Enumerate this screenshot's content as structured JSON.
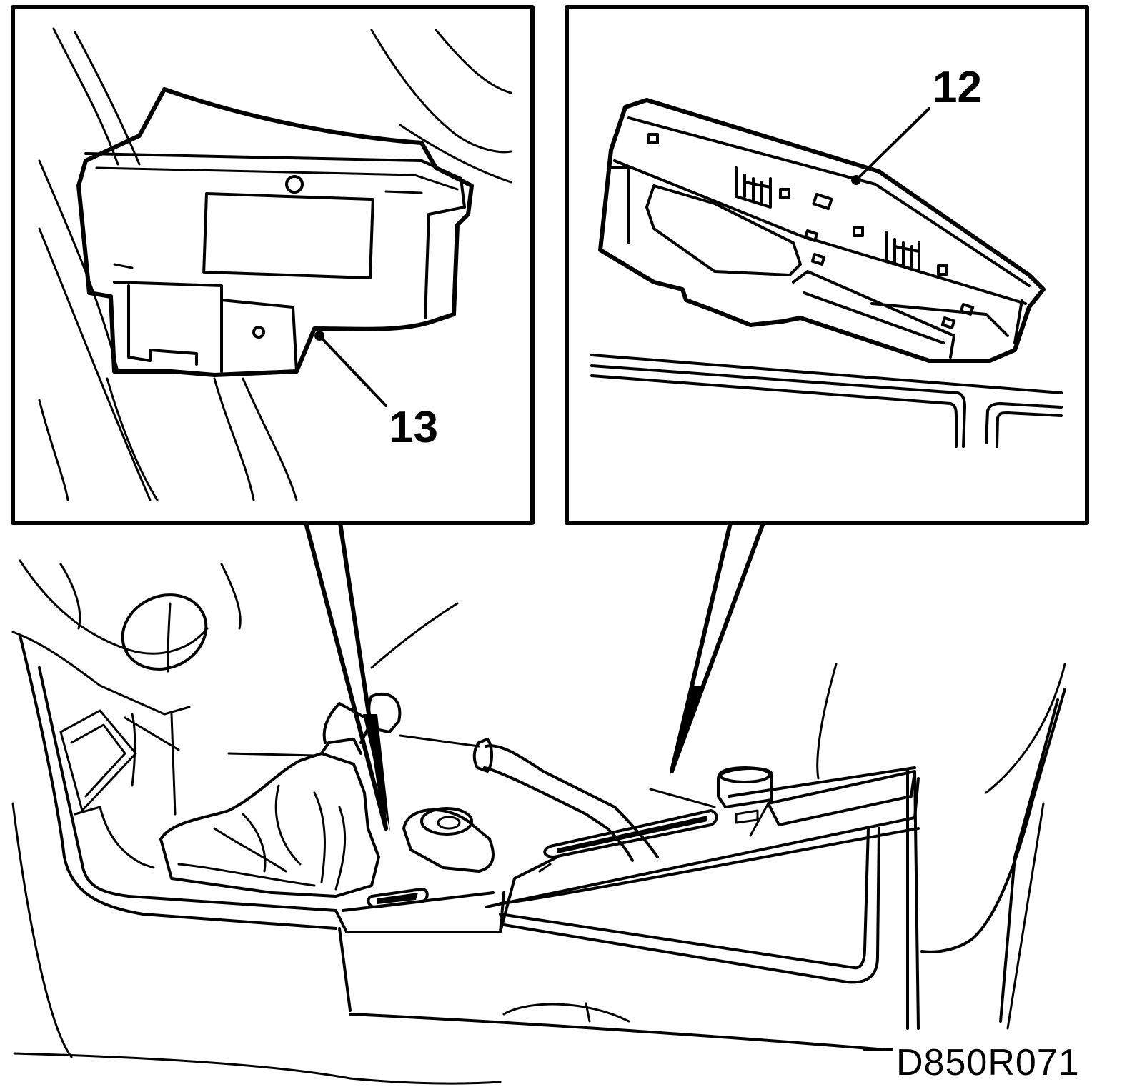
{
  "callouts": {
    "part_12": "12",
    "part_13": "13"
  },
  "drawing_code": "D850R071",
  "colors": {
    "ink": "#000000",
    "paper": "#ffffff"
  }
}
